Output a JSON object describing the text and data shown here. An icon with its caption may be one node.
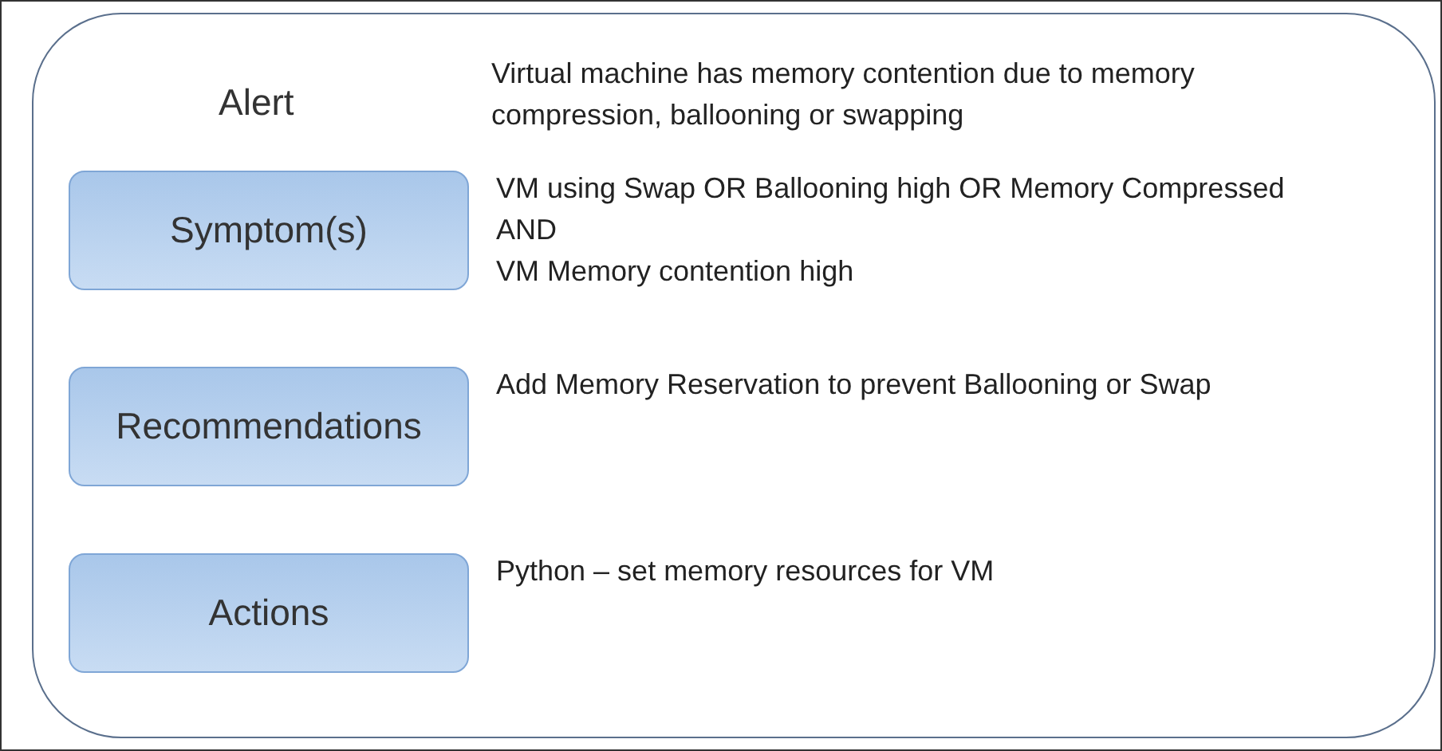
{
  "diagram": {
    "nodes": [
      {
        "text": [],
        "shape": "box"
      },
      {
        "text": [
          "Symptom(s)"
        ],
        "in": 0,
        "beside": [
          "VM using Swap OR Ballooning high OR Memory Compressed",
          "AND",
          "VM Memory contention high"
        ]
      },
      {
        "text": [
          "Recommendations"
        ],
        "in": 0,
        "beside": [
          "Add Memory Reservation to prevent Ballooning or Swap"
        ]
      },
      {
        "text": [
          "Actions"
        ],
        "in": 0,
        "beside": [
          "Python – set memory resources for VM"
        ]
      }
    ],
    "labels": [
      "Alert",
      "Virtual machine has memory contention due to memory compression, ballooning or swapping"
    ]
  }
}
